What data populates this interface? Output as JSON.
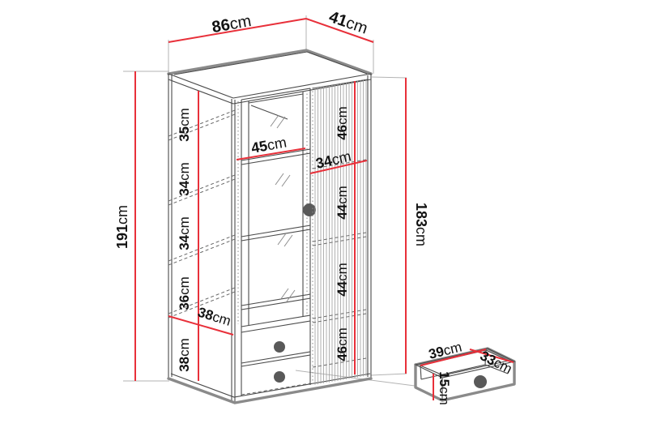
{
  "diagram": {
    "type": "furniture-dimension-diagram",
    "item": "display cabinet with glass door, tambour door, drawers and separate drawer box",
    "dimension_color": "#e8303a",
    "labels": {
      "top_width": "86cm",
      "top_depth": "41cm",
      "total_height_left": "191cm",
      "side_height_right": "183cm",
      "left_sections": [
        "35cm",
        "34cm",
        "34cm",
        "36cm",
        "38cm"
      ],
      "inner_width_glass": "45cm",
      "inner_width_right": "34cm",
      "right_sections": [
        "46cm",
        "44cm",
        "44cm",
        "46cm"
      ],
      "bottom_inner_depth": "38cm",
      "drawer_width": "39cm",
      "drawer_depth": "33cm",
      "drawer_height": "15cm"
    }
  }
}
